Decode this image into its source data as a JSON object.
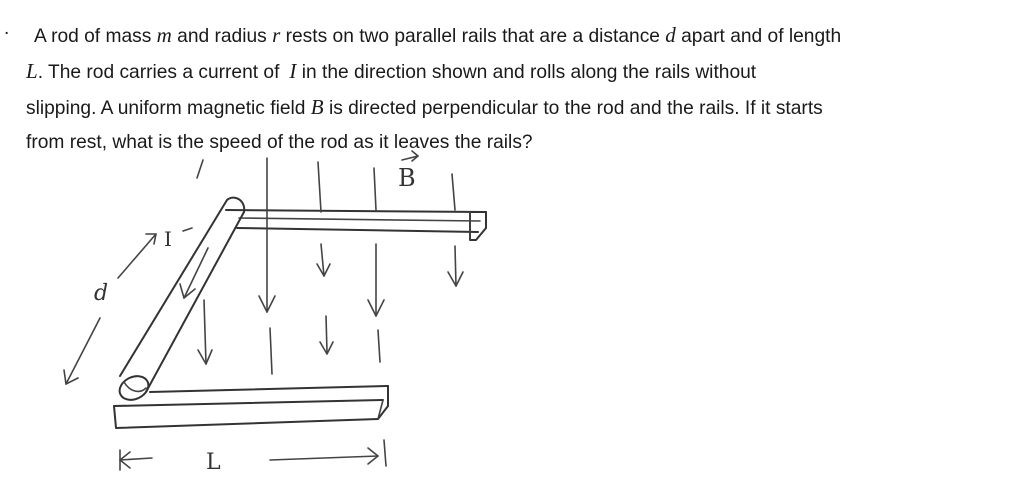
{
  "problem": {
    "bullet": ".",
    "line1": {
      "t1": "A rod of mass ",
      "m": "m",
      "t2": " and radius ",
      "r": "r",
      "t3": " rests on two parallel rails that are a distance ",
      "d": "d",
      "t4": " apart and of length"
    },
    "line2": {
      "L": "L",
      "t1": ".  The rod carries a current of",
      "I": "I",
      "t2": " in the direction shown and rolls along the rails without"
    },
    "line3": {
      "t1": "slipping.  A uniform magnetic field ",
      "B": "B",
      "t2": " is directed perpendicular to the rod and the rails.  If it starts"
    },
    "line4": {
      "t1": "from rest, what is the speed of the rod as it leaves the rails?"
    }
  },
  "diagram": {
    "label_B": "B",
    "label_I": "I",
    "label_d": "d",
    "label_L": "L"
  }
}
